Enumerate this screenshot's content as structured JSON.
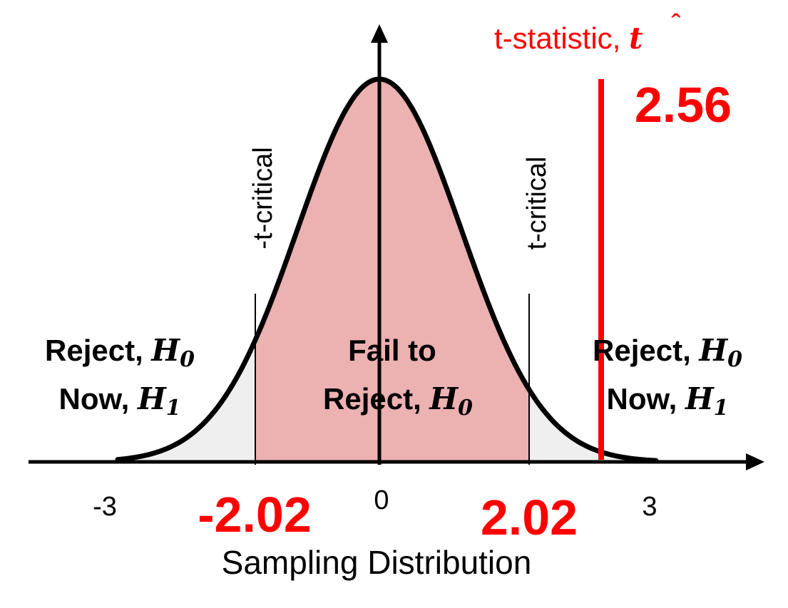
{
  "diagram": {
    "x_axis_label": "Sampling Distribution",
    "tick_labels": [
      "-3",
      "0",
      "3"
    ],
    "critical_values": {
      "lower": "-2.02",
      "upper": "2.02"
    },
    "critical_line_labels": {
      "lower": "-t-critical",
      "upper": "t-critical"
    },
    "statistic": {
      "label_text": "t-statistic, ",
      "symbol": "t",
      "hat": "ˆ",
      "value": "2.56"
    },
    "regions": {
      "left": {
        "line1_text": "Reject, ",
        "line1_symbol": "H",
        "line1_sub": "0",
        "line2_text": "Now, ",
        "line2_symbol": "H",
        "line2_sub": "1"
      },
      "center": {
        "line1": "Fail to",
        "line2_text": "Reject, ",
        "line2_symbol": "H",
        "line2_sub": "0"
      },
      "right": {
        "line1_text": "Reject, ",
        "line1_symbol": "H",
        "line1_sub": "0",
        "line2_text": "Now, ",
        "line2_symbol": "H",
        "line2_sub": "1"
      }
    },
    "colors": {
      "accept_fill": "#ecb1b1",
      "reject_fill": "#efefef",
      "highlight": "#ff0000",
      "ink": "#000000"
    }
  }
}
